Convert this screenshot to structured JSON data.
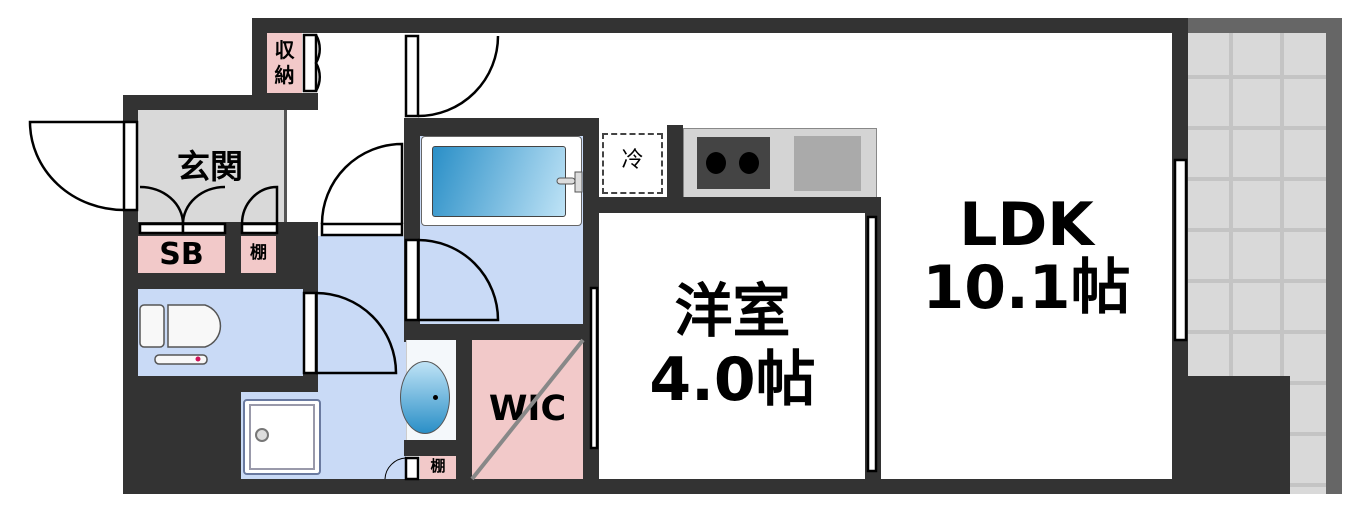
{
  "floorplan": {
    "rooms": {
      "genkan": {
        "label": "玄関",
        "color": "#d9d9d9"
      },
      "shoe_box": {
        "label": "SB",
        "color": "#f2c9c9"
      },
      "shelf_entry": {
        "label": "棚",
        "color": "#f2c9c9"
      },
      "storage": {
        "label_line1": "収",
        "label_line2": "納",
        "color": "#f2c9c9"
      },
      "fridge": {
        "label": "冷"
      },
      "western_room": {
        "label_line1": "洋室",
        "label_line2": "4.0帖"
      },
      "ldk": {
        "label_line1": "LDK",
        "label_line2": "10.1帖"
      },
      "wic": {
        "label": "WIC",
        "color": "#f2c9c9"
      },
      "shelf_wash": {
        "label": "棚",
        "color": "#f2c9c9"
      }
    },
    "colors": {
      "wall": "#333333",
      "wet_area": "#c9daf6",
      "balcony": "#d9d9d9",
      "balcony_rail": "#666666"
    }
  }
}
